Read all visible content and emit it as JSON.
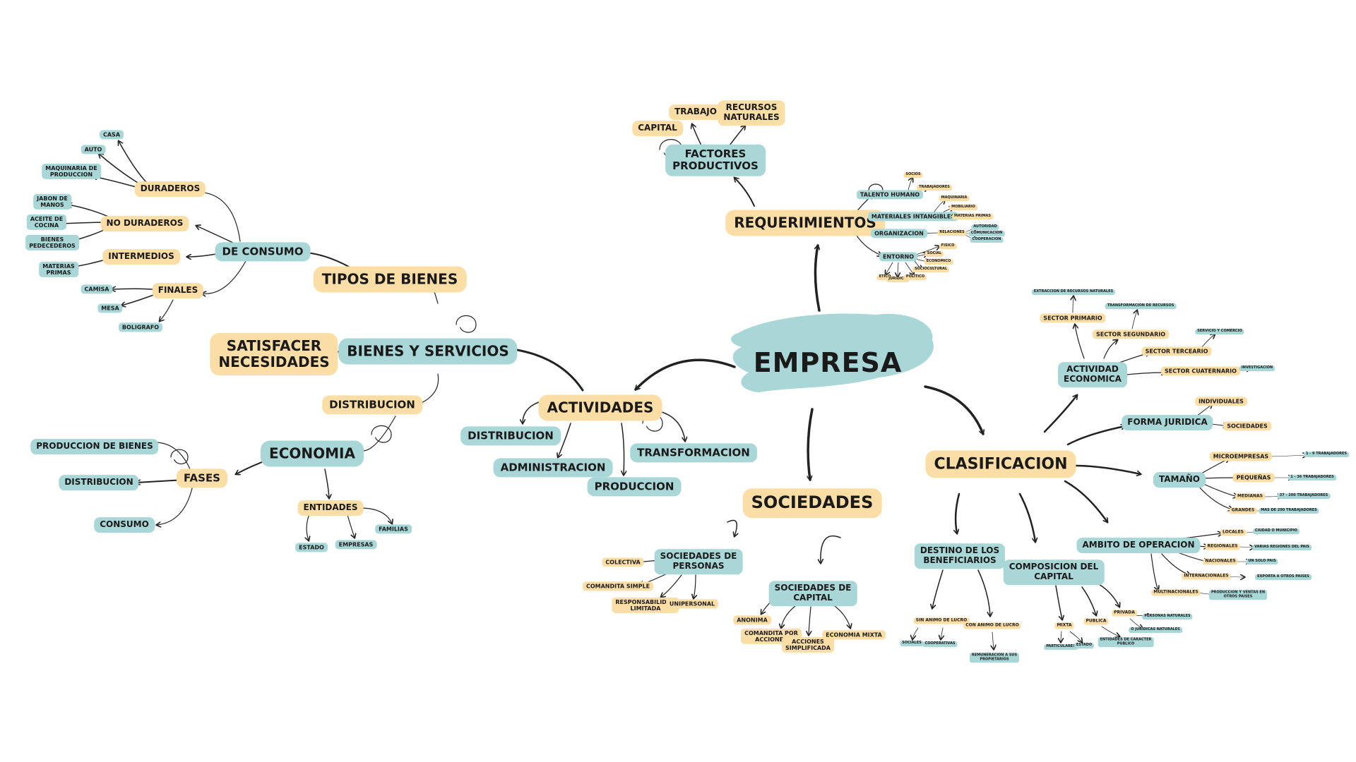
{
  "center": "EMPRESA",
  "colors": {
    "teal": "#a9d6d6",
    "yellow": "#fbdda6",
    "ink": "#222222"
  },
  "nodes": {
    "factores": "FACTORES\nPRODUCTIVOS",
    "trabajo": "TRABAJO",
    "recursos": "RECURSOS\nNATURALES",
    "capital": "CAPITAL",
    "requerimientos": "REQUERIMIENTOS",
    "talento": "TALENTO HUMANO",
    "socios": "SOCIOS",
    "trabajadores": "TRABAJADORES",
    "mat_int": "MATERIALES INTANGIBLES",
    "maquinaria_r": "MAQUINARIA",
    "mobiliario": "MOBILIARIO",
    "materias_r": "MATERIAS PRIMAS",
    "organizacion": "ORGANIZACION",
    "relaciones": "RELACIONES",
    "autoridad": "AUTORIDAD",
    "comunicacion": "COMUNICACION",
    "cooperacion": "COOPERACION",
    "entorno": "ENTORNO",
    "fisico": "FISICO",
    "social": "SOCIAL",
    "economico": "ECONOMICO",
    "sociocultural": "SOCIOCULTURAL",
    "etico": "ETICO",
    "juridico": "JURIDICO",
    "politico": "POLITICO",
    "actividades": "ACTIVIDADES",
    "distribucion_a": "DISTRIBUCION",
    "administracion": "ADMINISTRACION",
    "produccion": "PRODUCCION",
    "transformacion": "TRANSFORMACION",
    "bienes": "BIENES Y SERVICIOS",
    "satisfacer": "SATISFACER\nNECESIDADES",
    "tipos": "TIPOS DE BIENES",
    "de_consumo": "DE CONSUMO",
    "duraderos": "DURADEROS",
    "casa": "CASA",
    "auto": "AUTO",
    "maquinaria_b": "MAQUINARIA DE\nPRODUCCION",
    "no_duraderos": "NO DURADEROS",
    "jabon": "JABON DE\nMANOS",
    "aceite": "ACEITE DE\nCOCINA",
    "perecederos": "BIENES\nPEDECEDEROS",
    "intermedios": "INTERMEDIOS",
    "materias_b": "MATERIAS\nPRIMAS",
    "finales": "FINALES",
    "camisa": "CAMISA",
    "mesa": "MESA",
    "boligrafo": "BOLIGRAFO",
    "distribucion_b": "DISTRIBUCION",
    "economia": "ECONOMIA",
    "fases": "FASES",
    "prod_bienes": "PRODUCCION DE BIENES",
    "distribucion_f": "DISTRIBUCION",
    "consumo": "CONSUMO",
    "entidades": "ENTIDADES",
    "estado": "ESTADO",
    "empresas": "EMPRESAS",
    "familias": "FAMILIAS",
    "sociedades": "SOCIEDADES",
    "soc_personas": "SOCIEDADES DE\nPERSONAS",
    "colectiva": "COLECTIVA",
    "comandita_s": "COMANDITA SIMPLE",
    "resp_limitada": "RESPONSABILIDAD\nLIMITADA",
    "unipersonal": "UNIPERSONAL",
    "soc_capital": "SOCIEDADES DE\nCAPITAL",
    "anonima": "ANONIMA",
    "comandita_a": "COMANDITA POR\nACCIONES",
    "acciones_s": "ACCIONES\nSIMPLIFICADA",
    "econ_mixta": "ECONOMIA MIXTA",
    "clasificacion": "CLASIFICACION",
    "actividad_econ": "ACTIVIDAD\nECONOMICA",
    "sector_primario": "SECTOR PRIMARIO",
    "sp_desc": "EXTRACCION DE RECURSOS NATURALES",
    "sector_secundario": "SECTOR SEGUNDARIO",
    "ss_desc": "TRANSFORMACION DE RECURSOS",
    "sector_terciario": "SECTOR TERCEARIO",
    "st_desc": "SERVICIO Y COMERCIO",
    "sector_cuaternario": "SECTOR CUATERNARIO",
    "sc_desc": "INVESTIGACION",
    "forma_juridica": "FORMA JURIDICA",
    "individuales": "INDIVIDUALES",
    "sociedades_f": "SOCIEDADES",
    "tamano": "TAMAÑO",
    "micro": "MICROEMPRESAS",
    "micro_d": "1 - 9 TRABAJADORES",
    "pequenas": "PEQUEÑAS",
    "peq_d": "1 - 36 TRABAJADORES",
    "medianas": "MEDIANAS",
    "med_d": "37 - 200 TRABAJADORES",
    "grandes": "GRANDES",
    "gra_d": "MAS DE 200 TRABAJADORES",
    "ambito": "AMBITO DE OPERACION",
    "locales": "LOCALES",
    "loc_d": "CIUDAD O MUNICIPIO",
    "regionales": "REGIONALES",
    "reg_d": "VARIAS REGIONES DEL PAIS",
    "nacionales": "NACIONALES",
    "nac_d": "UN SOLO PAIS",
    "internacionales": "INTERNACIONALES",
    "int_d": "EXPORTA A OTROS PAISES",
    "multinacionales": "MULTINACIONALES",
    "mul_d": "PRODUCCION Y VENTAS EN\nOTROS PAISES",
    "destino": "DESTINO DE LOS\nBENEFICIARIOS",
    "sin_animo": "SIN ANIMO DE LUCRO",
    "sociales": "SOCIALES",
    "cooperativas": "COOPERATIVAS",
    "con_animo": "CON ANIMO DE LUCRO",
    "con_d": "REMUNERACION A SUS\nPROPIETARIOS",
    "composicion": "COMPOSICION DEL\nCAPITAL",
    "mixta": "MIXTA",
    "particulares": "PARTICULARES",
    "estado_c": "ESTADO",
    "publica": "PUBLICA",
    "pub_d": "ENTIDADES DE CARACTER\nPUBLICO",
    "privada": "PRIVADA",
    "personas_n": "PERSONAS NATURALES",
    "personas_j": "O JURIDICAS NATURALES"
  }
}
